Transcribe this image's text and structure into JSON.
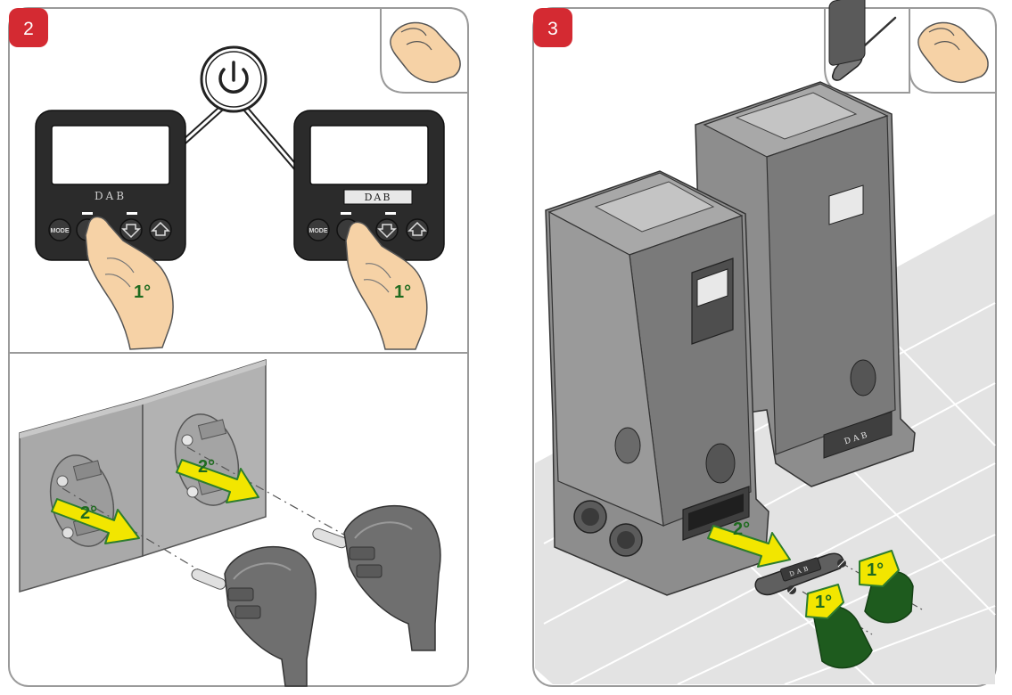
{
  "panels": {
    "left": {
      "step_number": "2",
      "controller_brand_left": "DAB",
      "controller_brand_right": "DAB",
      "mode_button_left": "MODE",
      "mode_button_right": "MODE",
      "press_label_left": "1°",
      "press_label_right": "1°",
      "unplug_label_left": "2°",
      "unplug_label_right": "2°"
    },
    "right": {
      "step_number": "3",
      "pump_brand": "DAB",
      "cover_brand": "DAB",
      "remove_cover_label": "2°",
      "unscrew_label_left": "1°",
      "unscrew_label_right": "1°"
    }
  },
  "icons": {
    "tools_left": [
      "hand-icon"
    ],
    "tools_right": [
      "screwdriver-icon",
      "hand-icon"
    ],
    "callout": "power-icon"
  },
  "colors": {
    "step_badge": "#d42a32",
    "frame": "#9a9a9a",
    "arrow_fill": "#f2e600",
    "arrow_stroke": "#2e7d2e",
    "strap": "#1e5b1e",
    "device_dark": "#4a4a4a",
    "device_mid": "#8d8d8d",
    "skin": "#f6d2a6"
  }
}
